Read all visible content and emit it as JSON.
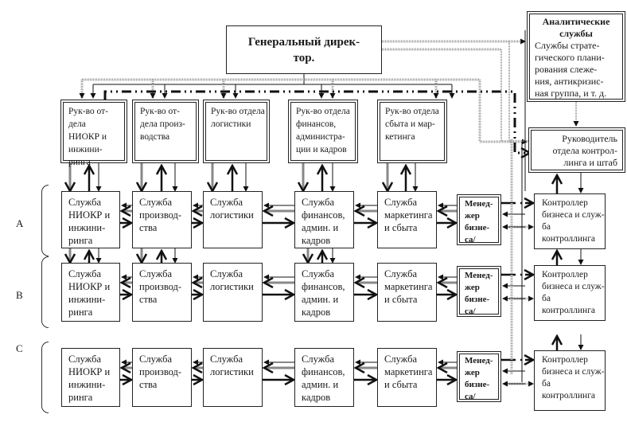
{
  "general_director": {
    "label": "Генеральный дирек-\nтор."
  },
  "analytics": {
    "title": "Аналитические\nслужбы",
    "body": "Службы страте-\nгического плани-\nрования слеже-\nния, антикризис-\nная группа, и т. д."
  },
  "control_head": {
    "label": "Руководитель\nотдела контрол-\nлинга и штаб"
  },
  "department_heads": [
    {
      "label": "Рук-во от-\nдела\nНИОКР и\nинжини-\nринга"
    },
    {
      "label": "Рук-во от-\nдела произ-\nводства"
    },
    {
      "label": "Рук-во отдела\nлогистики"
    },
    {
      "label": "Рук-во отдела\nфинансов,\nадминистра-\nции и кадров"
    },
    {
      "label": "Рук-во отдела\nсбыта и мар-\nкетинга"
    }
  ],
  "business_units": [
    {
      "label": "A",
      "services": [
        "Служба\nНИОКР  и\nинжини-\nринга",
        "Служба\nпроизвод-\nства",
        "Служба\nлогистики",
        "Служба\nфинансов,\nадмин. и\nкадров",
        "Служба\nмаркетинга\nи сбыта"
      ],
      "manager": "Менед-\nжер\nбизне-\nса/",
      "controller": "Контроллер\nбизнеса и служ-\nба контроллинга"
    },
    {
      "label": "B",
      "services": [
        "Служба\nНИОКР  и\nинжини-\nринга",
        "Служба\nпроизвод-\nства",
        "Служба\nлогистики",
        "Служба\nфинансов,\nадмин. и\nкадров",
        "Служба\nмаркетинга\nи сбыта"
      ],
      "manager": "Менед-\nжер\nбизне-\nса/",
      "controller": "Контроллер\nбизнеса и служ-\nба контроллинга"
    },
    {
      "label": "C",
      "services": [
        "Служба\nНИОКР  и\nинжини-\nринга",
        "Служба\nпроизвод-\nства",
        "Служба\nлогистики",
        "Служба\nфинансов,\nадмин. и\nкадров",
        "Служба\nмаркетинга\nи сбыта"
      ],
      "manager": "Менед-\nжер\nбизне-\nса/",
      "controller": "Контроллер\nбизнеса и служ-\nба контроллинга"
    }
  ],
  "colors": {
    "line": "#111111",
    "gray_line": "#888888",
    "dotted": "#999999"
  }
}
